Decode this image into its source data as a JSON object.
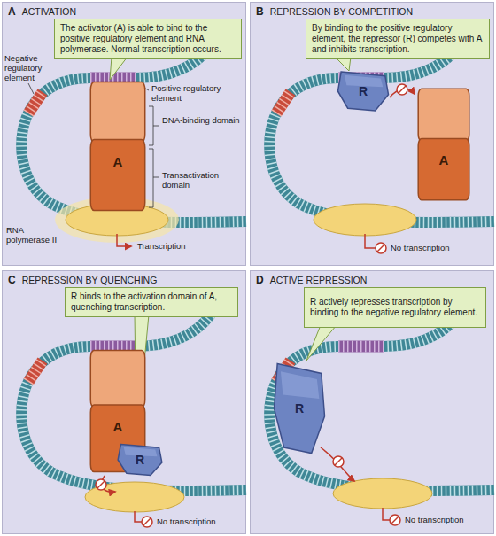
{
  "diagram": {
    "nodes": [
      {
        "text": [
          "A",
          "ACTIVATION"
        ]
      },
      {
        "text": [
          "The activator (A) is able to bind to the positive regulatory element and RNA polymerase. Normal transcription occurs."
        ],
        "in": 0
      },
      {
        "text": [
          "A"
        ],
        "in": 0
      },
      {
        "text": [
          "B",
          "REPRESSION BY COMPETITION"
        ]
      },
      {
        "text": [
          "By binding to the positive regulatory element, the repressor (R) competes with A and inhibits transcription."
        ],
        "in": 3
      },
      {
        "text": [
          "R"
        ],
        "in": 3
      },
      {
        "text": [
          "A"
        ],
        "in": 3
      },
      {
        "text": [
          "C",
          "REPRESSION BY QUENCHING"
        ]
      },
      {
        "text": [
          "R binds to the activation domain of A, quenching transcription."
        ],
        "in": 7
      },
      {
        "text": [
          "A"
        ],
        "in": 7
      },
      {
        "text": [
          "R"
        ],
        "in": 7
      },
      {
        "text": [
          "D",
          "ACTIVE REPRESSION"
        ]
      },
      {
        "text": [
          "R actively represses transcription by binding to the negative regulatory element."
        ],
        "in": 11
      },
      {
        "text": [
          "R"
        ],
        "in": 11
      }
    ],
    "labels": [
      "Negative regulatory element",
      "Positive regulatory element",
      "DNA-binding domain",
      "Transactivation domain",
      "RNA polymerase II",
      "Transcription",
      "No transcription",
      "No transcription",
      "No transcription"
    ]
  }
}
